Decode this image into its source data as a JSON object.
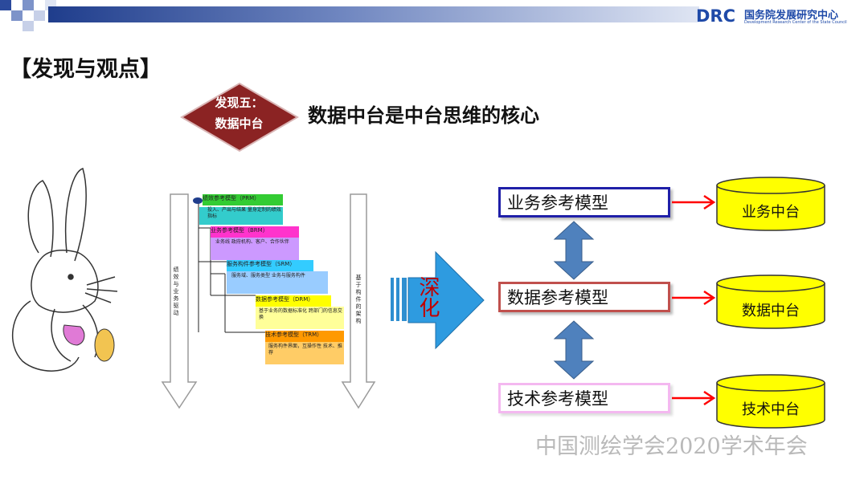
{
  "header": {
    "logo_mark": "DRC",
    "logo_cn": "国务院发展研究中心",
    "logo_en": "Development Research Center of the State Council"
  },
  "section_title": "【发现与观点】",
  "finding": {
    "tag_line1": "发现五：",
    "tag_line2": "数据中台",
    "headline": "数据中台是中台思维的核心"
  },
  "left_figure": {
    "left_arrow_label": "绩效与业务驱动",
    "right_arrow_label": "基于构件的架构",
    "layers": [
      {
        "title": "绩效参考模型（PRM）",
        "desc": "投入、产出与结果 量身定制的绩效指标",
        "color": "#33cc33",
        "desc_color": "#33cccc"
      },
      {
        "title": "业务参考模型（BRM）",
        "desc": "业务线 政府机构、客户、合作伙伴",
        "color": "#ff33cc",
        "desc_color": "#cc99ff"
      },
      {
        "title": "服务构件参考模型（SRM）",
        "desc": "服务域、服务类型 业务与服务构件",
        "color": "#33ccff",
        "desc_color": "#99ccff"
      },
      {
        "title": "数据参考模型（DRM）",
        "desc": "基于业务的数据标准化 跨部门的信息交换",
        "color": "#ffff00",
        "desc_color": "#ffff99"
      },
      {
        "title": "技术参考模型（TRM）",
        "desc": "服务构件界面，互操作性 技术、推荐",
        "color": "#ff9900",
        "desc_color": "#ffcc66"
      }
    ]
  },
  "deepen_label": "深化",
  "models": [
    {
      "label": "业务参考模型",
      "border": "#1f1fa8",
      "platform": "业务中台"
    },
    {
      "label": "数据参考模型",
      "border": "#c0504d",
      "platform": "数据中台"
    },
    {
      "label": "技术参考模型",
      "border": "#f4b8f0",
      "platform": "技术中台"
    }
  ],
  "colors": {
    "database_fill": "#ffff00",
    "connector_arrow": "#ff0000",
    "double_arrow": "#4f81bd",
    "diamond": "#8b2323"
  },
  "watermark": "中国测绘学会2020学术年会"
}
